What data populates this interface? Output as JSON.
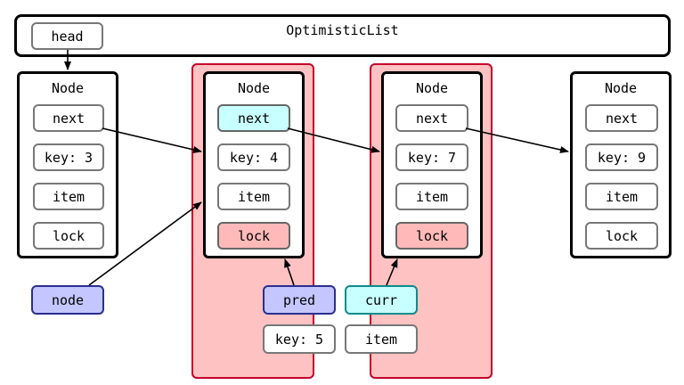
{
  "list": {
    "title": "OptimisticList",
    "head_label": "head"
  },
  "nodes": [
    {
      "title": "Node",
      "next": "next",
      "key": "key: 3",
      "item": "item",
      "lock": "lock"
    },
    {
      "title": "Node",
      "next": "next",
      "key": "key: 4",
      "item": "item",
      "lock": "lock"
    },
    {
      "title": "Node",
      "next": "next",
      "key": "key: 7",
      "item": "item",
      "lock": "lock"
    },
    {
      "title": "Node",
      "next": "next",
      "key": "key: 9",
      "item": "item",
      "lock": "lock"
    }
  ],
  "vars": {
    "node": "node",
    "pred": "pred",
    "pred_key": "key: 5",
    "curr": "curr",
    "curr_item": "item"
  },
  "colors": {
    "locked_region": "#ffc2c2",
    "locked_border": "#c4002a",
    "cyan": "#c8ffff",
    "blue": "#c4c6ff",
    "lock_pink": "#ffb9b9"
  }
}
